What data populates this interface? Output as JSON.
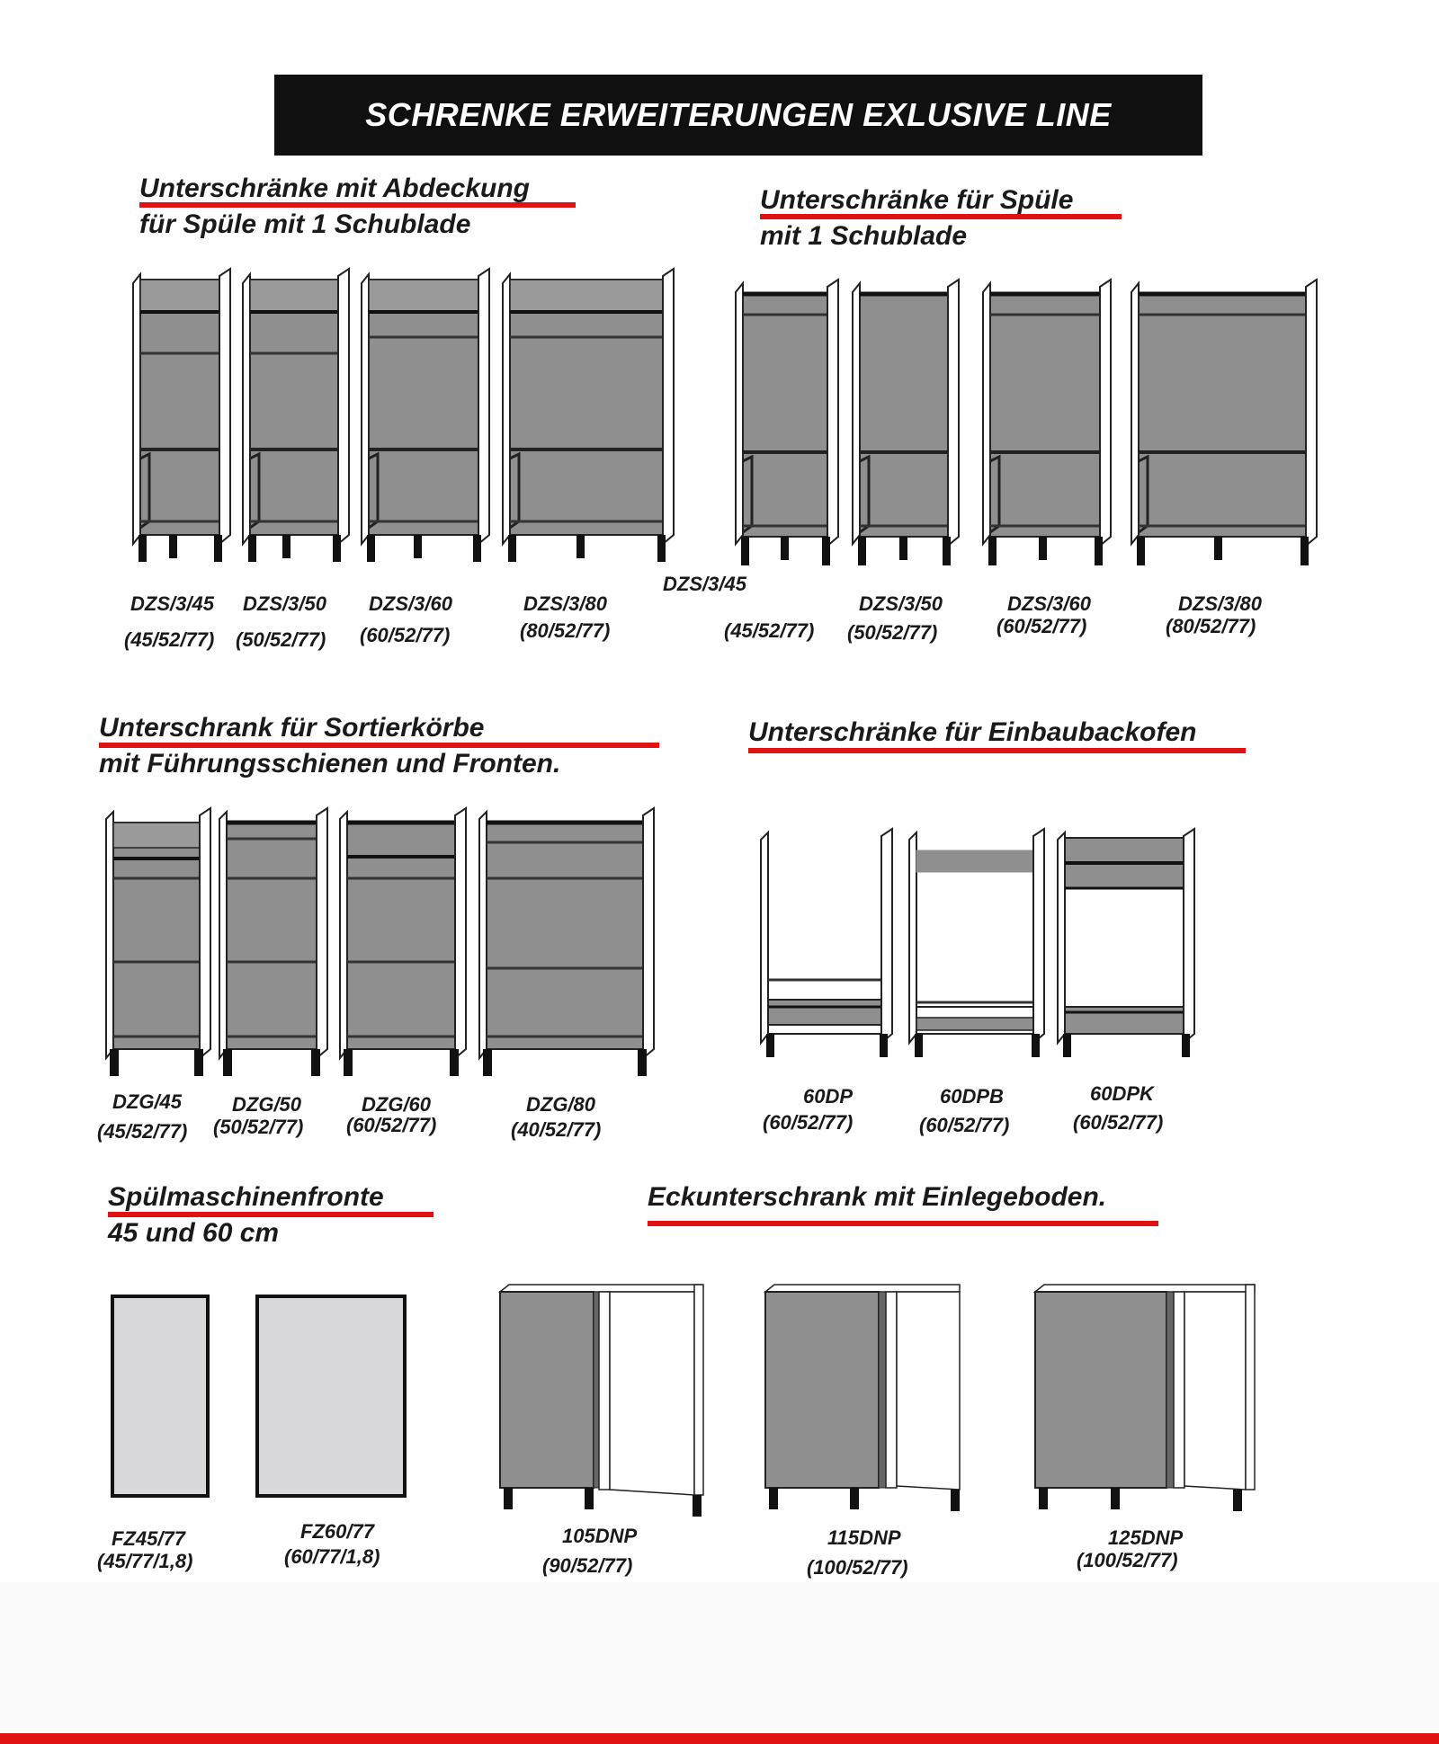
{
  "header": {
    "title": "SCHRENKE ERWEITERUNGEN  EXLUSIVE LINE"
  },
  "sections": {
    "sink_with_cover": {
      "line1": "Unterschränke mit Abdeckung",
      "line2": "für Spüle mit 1 Schublade",
      "items": [
        {
          "code": "DZS/3/45",
          "dims": "(45/52/77)"
        },
        {
          "code": "DZS/3/50",
          "dims": "(50/52/77)"
        },
        {
          "code": "DZS/3/60",
          "dims": "(60/52/77)"
        },
        {
          "code": "DZS/3/80",
          "dims": "(80/52/77)"
        }
      ]
    },
    "sink": {
      "line1": "Unterschränke für Spüle",
      "line2": "mit 1 Schublade",
      "items": [
        {
          "code": "DZS/3/45",
          "dims": "(45/52/77)"
        },
        {
          "code": "DZS/3/50",
          "dims": "(50/52/77)"
        },
        {
          "code": "DZS/3/60",
          "dims": "(60/52/77)"
        },
        {
          "code": "DZS/3/80",
          "dims": "(80/52/77)"
        }
      ]
    },
    "sorting_baskets": {
      "line1": "Unterschrank für Sortierkörbe",
      "line2": "mit Führungsschienen und Fronten.",
      "items": [
        {
          "code": "DZG/45",
          "dims": "(45/52/77)"
        },
        {
          "code": "DZG/50",
          "dims": "(50/52/77)"
        },
        {
          "code": "DZG/60",
          "dims": "(60/52/77)"
        },
        {
          "code": "DZG/80",
          "dims": "(40/52/77)"
        }
      ]
    },
    "oven": {
      "line1": "Unterschränke für Einbaubackofen",
      "items": [
        {
          "code": "60DP",
          "dims": "(60/52/77)"
        },
        {
          "code": "60DPB",
          "dims": "(60/52/77)"
        },
        {
          "code": "60DPK",
          "dims": "(60/52/77)"
        }
      ]
    },
    "dishwasher_front": {
      "line1": "Spülmaschinenfronte",
      "line2": "45 und 60 cm",
      "items": [
        {
          "code": "FZ45/77",
          "dims": "(45/77/1,8)"
        },
        {
          "code": "FZ60/77",
          "dims": "(60/77/1,8)"
        }
      ]
    },
    "corner": {
      "line1": "Eckunterschrank mit Einlegeboden.",
      "items": [
        {
          "code": "105DNP",
          "dims": "(90/52/77)"
        },
        {
          "code": "115DNP",
          "dims": "(100/52/77)"
        },
        {
          "code": "125DNP",
          "dims": "(100/52/77)"
        }
      ]
    }
  },
  "colors": {
    "accent_red": "#e11212",
    "title_bar": "#101010",
    "cabinet_fill": "#8f8f8f",
    "front_panel": "#d8d8da"
  }
}
